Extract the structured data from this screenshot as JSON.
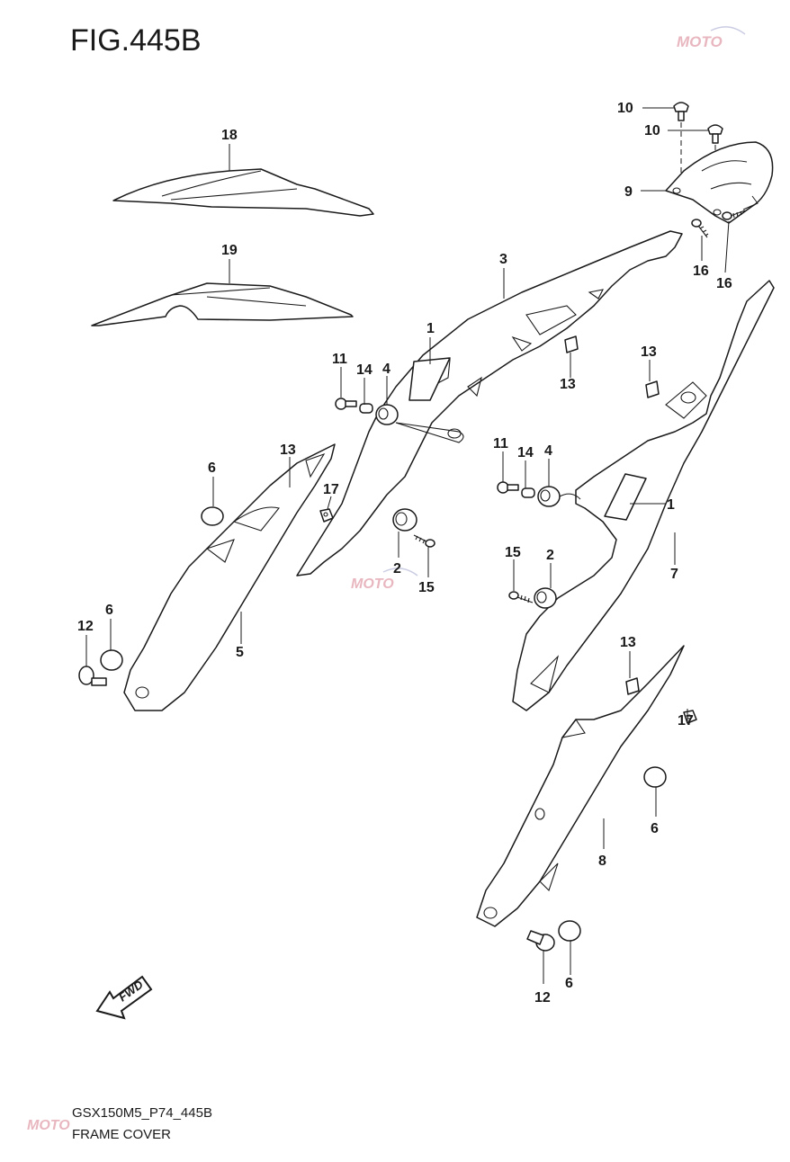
{
  "figure": {
    "title": "FIG.445B",
    "code": "GSX150M5_P74_445B",
    "name": "FRAME COVER",
    "arrow_label": "FWD",
    "watermark": "MOTO"
  },
  "callouts": [
    {
      "id": "c-18",
      "label": "18"
    },
    {
      "id": "c-19",
      "label": "19"
    },
    {
      "id": "c-10a",
      "label": "10"
    },
    {
      "id": "c-10b",
      "label": "10"
    },
    {
      "id": "c-9",
      "label": "9"
    },
    {
      "id": "c-16a",
      "label": "16"
    },
    {
      "id": "c-16b",
      "label": "16"
    },
    {
      "id": "c-3",
      "label": "3"
    },
    {
      "id": "c-1a",
      "label": "1"
    },
    {
      "id": "c-11a",
      "label": "11"
    },
    {
      "id": "c-14a",
      "label": "14"
    },
    {
      "id": "c-4a",
      "label": "4"
    },
    {
      "id": "c-13a",
      "label": "13"
    },
    {
      "id": "c-13b",
      "label": "13"
    },
    {
      "id": "c-6a",
      "label": "6"
    },
    {
      "id": "c-13c",
      "label": "13"
    },
    {
      "id": "c-17a",
      "label": "17"
    },
    {
      "id": "c-11b",
      "label": "11"
    },
    {
      "id": "c-14b",
      "label": "14"
    },
    {
      "id": "c-4b",
      "label": "4"
    },
    {
      "id": "c-1b",
      "label": "1"
    },
    {
      "id": "c-2a",
      "label": "2"
    },
    {
      "id": "c-15a",
      "label": "15"
    },
    {
      "id": "c-15b",
      "label": "15"
    },
    {
      "id": "c-2b",
      "label": "2"
    },
    {
      "id": "c-7",
      "label": "7"
    },
    {
      "id": "c-12a",
      "label": "12"
    },
    {
      "id": "c-6b",
      "label": "6"
    },
    {
      "id": "c-5",
      "label": "5"
    },
    {
      "id": "c-13d",
      "label": "13"
    },
    {
      "id": "c-17b",
      "label": "17"
    },
    {
      "id": "c-6c",
      "label": "6"
    },
    {
      "id": "c-8",
      "label": "8"
    },
    {
      "id": "c-12b",
      "label": "12"
    },
    {
      "id": "c-6d",
      "label": "6"
    }
  ]
}
